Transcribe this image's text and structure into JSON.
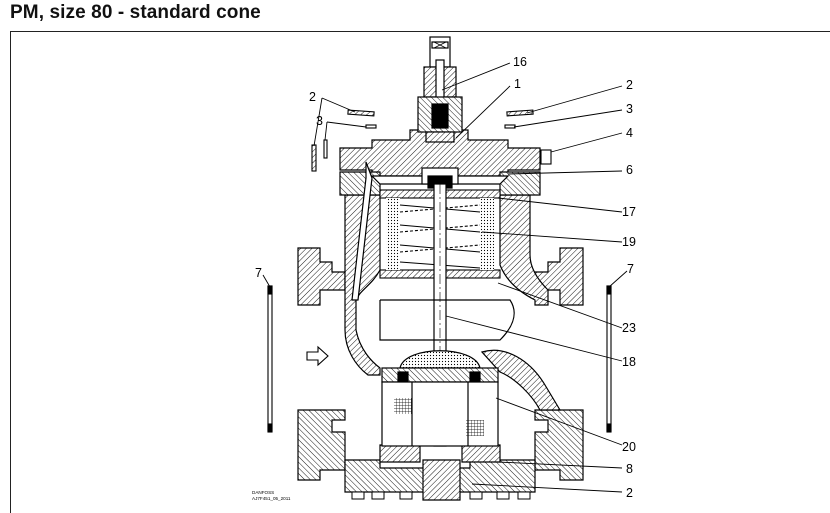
{
  "title": "PM, size 80 - standard cone",
  "callouts": {
    "c16": "16",
    "c1": "1",
    "c2_top_left": "2",
    "c2_top_right": "2",
    "c3_left": "3",
    "c3_right": "3",
    "c4": "4",
    "c6": "6",
    "c17": "17",
    "c19": "19",
    "c7_left": "7",
    "c7_right": "7",
    "c23": "23",
    "c18": "18",
    "c20": "20",
    "c8": "8",
    "c2_bottom": "2"
  },
  "stamp": {
    "line1": "DANFOSS",
    "line2": "AJ7F451_05_2011"
  },
  "icons": {
    "flow_arrow": "flow-direction-arrow-icon"
  }
}
